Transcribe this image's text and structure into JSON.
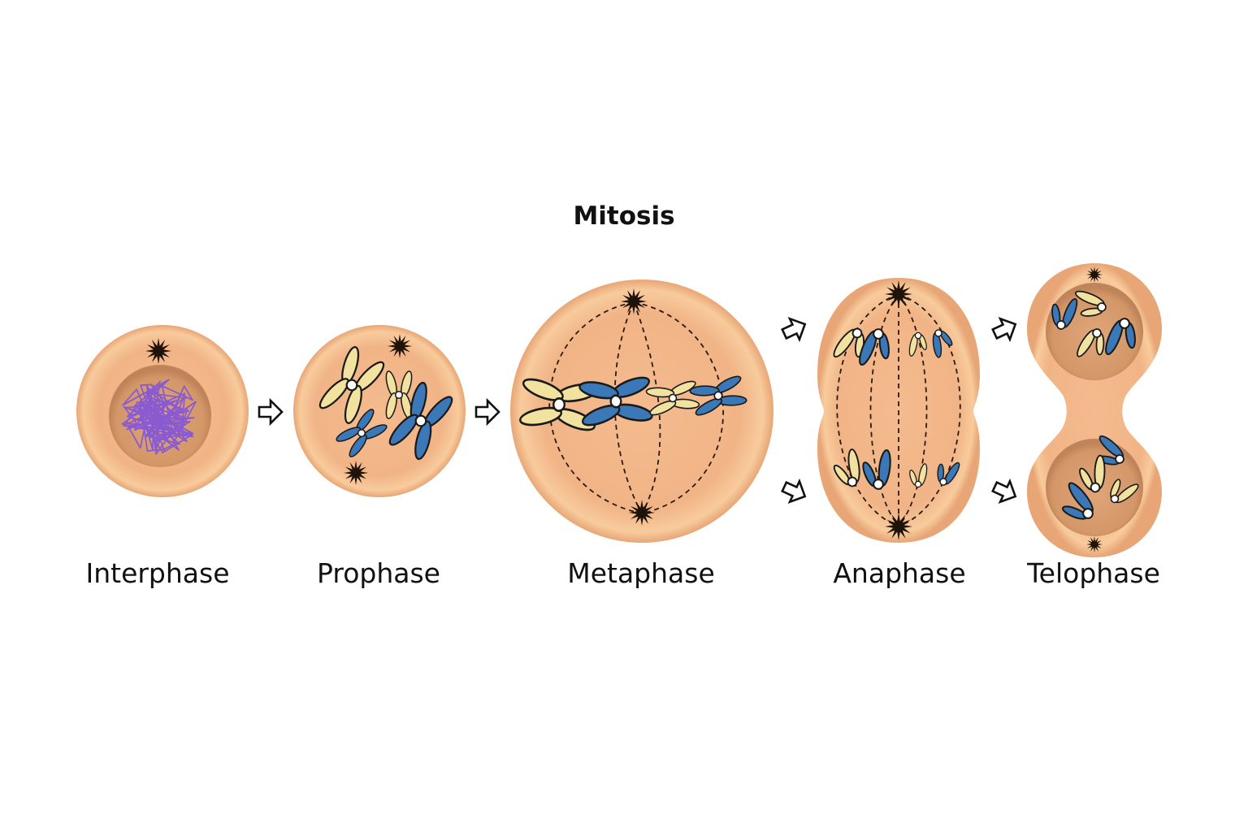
{
  "title": "Mitosis",
  "phases": [
    {
      "label": "Interphase"
    },
    {
      "label": "Prophase"
    },
    {
      "label": "Metaphase"
    },
    {
      "label": "Anaphase"
    },
    {
      "label": "Telophase"
    }
  ],
  "colors": {
    "cell": "#f3b98a",
    "cell_rim": "#fbd3a6",
    "nucleus": "#d89b6c",
    "chromatin": "#8a5bd0",
    "chromosome_a": "#f2e29f",
    "chromosome_b": "#3b78b8",
    "centrosome": "#1e1209"
  }
}
